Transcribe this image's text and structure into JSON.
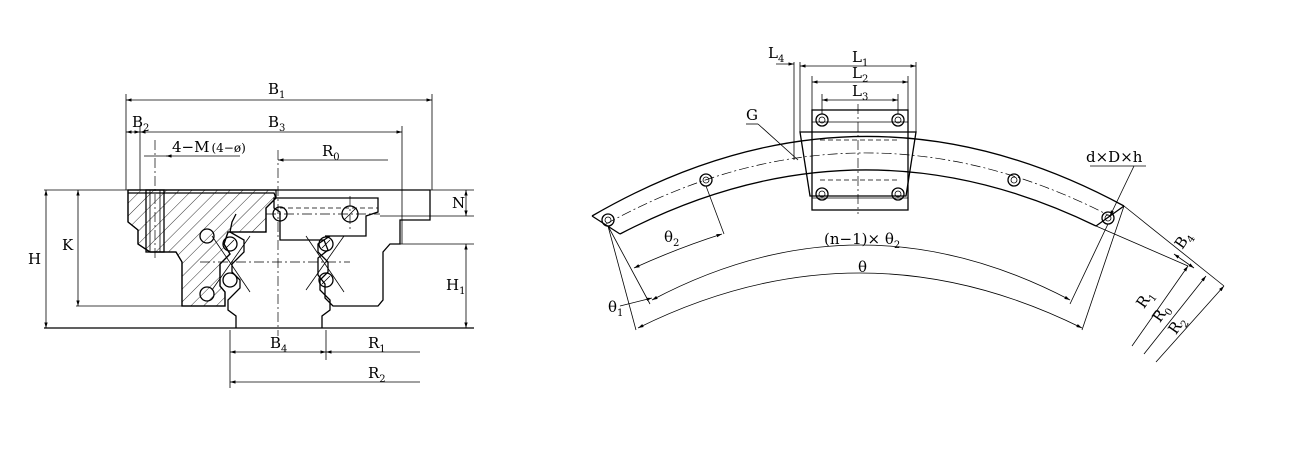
{
  "cross_section": {
    "labels": {
      "B1": {
        "main": "B",
        "sub": "1"
      },
      "B2": {
        "main": "B",
        "sub": "2"
      },
      "B3": {
        "main": "B",
        "sub": "3"
      },
      "B4": {
        "main": "B",
        "sub": "4"
      },
      "M": {
        "main": "4−M",
        "extra": "(4−ø)"
      },
      "R0": {
        "main": "R",
        "sub": "0"
      },
      "R1": {
        "main": "R",
        "sub": "1"
      },
      "R2": {
        "main": "R",
        "sub": "2"
      },
      "N": {
        "main": "N"
      },
      "H": {
        "main": "H"
      },
      "K": {
        "main": "K"
      },
      "H1": {
        "main": "H",
        "sub": "1"
      }
    }
  },
  "arc_view": {
    "labels": {
      "L1": {
        "main": "L",
        "sub": "1"
      },
      "L2": {
        "main": "L",
        "sub": "2"
      },
      "L3": {
        "main": "L",
        "sub": "3"
      },
      "L4": {
        "main": "L",
        "sub": "4"
      },
      "G": {
        "main": "G"
      },
      "dDh": {
        "main": "d×D×h"
      },
      "theta1": {
        "main": "θ",
        "sub": "1"
      },
      "theta2": {
        "main": "θ",
        "sub": "2"
      },
      "n1theta2": {
        "main": "(n−1)× θ",
        "sub": "2"
      },
      "theta": {
        "main": "θ"
      },
      "B4": {
        "main": "B",
        "sub": "4"
      },
      "R0": {
        "main": "R",
        "sub": "0"
      },
      "R1": {
        "main": "R",
        "sub": "1"
      },
      "R2": {
        "main": "R",
        "sub": "2"
      }
    }
  }
}
